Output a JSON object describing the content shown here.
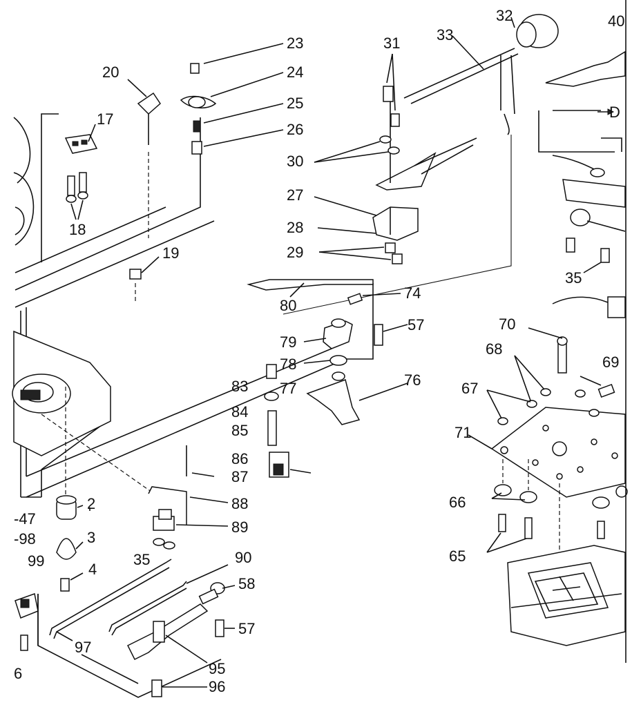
{
  "callouts": {
    "c2": "2",
    "c3": "3",
    "c4": "4",
    "c6": "6",
    "c17": "17",
    "c18": "18",
    "c19": "19",
    "c20": "20",
    "c23": "23",
    "c24": "24",
    "c25": "25",
    "c26": "26",
    "c27": "27",
    "c28": "28",
    "c29": "29",
    "c30": "30",
    "c31": "31",
    "c32": "32",
    "c33": "33",
    "c35a": "35",
    "c35b": "35",
    "c40": "40",
    "c47": "-47",
    "c57a": "57",
    "c57b": "57",
    "c58": "58",
    "c65": "65",
    "c66": "66",
    "c67": "67",
    "c68": "68",
    "c69": "69",
    "c70": "70",
    "c71": "71",
    "c74": "74",
    "c76": "76",
    "c77": "77",
    "c78": "78",
    "c79": "79",
    "c80": "80",
    "c83": "83",
    "c84": "84",
    "c85": "85",
    "c86": "86",
    "c87": "87",
    "c88": "88",
    "c89": "89",
    "c90": "90",
    "c95": "95",
    "c96": "96",
    "c97": "97",
    "c98": "-98",
    "c99": "99",
    "cD": "D"
  }
}
